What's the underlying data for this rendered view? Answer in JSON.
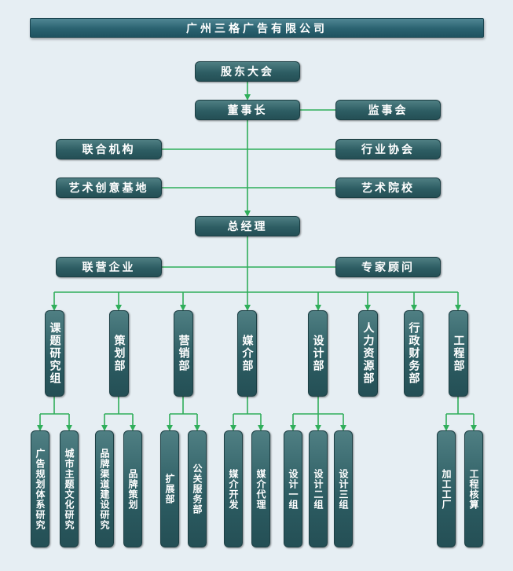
{
  "title": "广州三格广告有限公司",
  "colors": {
    "node": "#2d5d63",
    "line": "#2fae5a",
    "background": "#e6eef3"
  },
  "nodes": {
    "shareholders": "股东大会",
    "board_chair": "董事长",
    "supervisory_board": "监事会",
    "joint_institutions": "联合机构",
    "industry_association": "行业协会",
    "art_creative_base": "艺术创意基地",
    "art_academy": "艺术院校",
    "general_manager": "总经理",
    "joint_ventures": "联营企业",
    "expert_advisors": "专家顾问"
  },
  "departments": [
    {
      "label": "课题研究组",
      "children": [
        "广告规划体系研究",
        "城市主题文化研究"
      ]
    },
    {
      "label": "策划部",
      "children": [
        "品牌渠道建设研究",
        "品牌策划"
      ]
    },
    {
      "label": "营销部",
      "children": [
        "扩展部",
        "公关服务部"
      ]
    },
    {
      "label": "媒介部",
      "children": [
        "媒介开发",
        "媒介代理"
      ]
    },
    {
      "label": "设计部",
      "children": [
        "设计一组",
        "设计二组",
        "设计三组"
      ]
    },
    {
      "label": "人力资源部",
      "children": []
    },
    {
      "label": "行政财务部",
      "children": []
    },
    {
      "label": "工程部",
      "children": [
        "加工工厂",
        "工程核算"
      ]
    }
  ]
}
